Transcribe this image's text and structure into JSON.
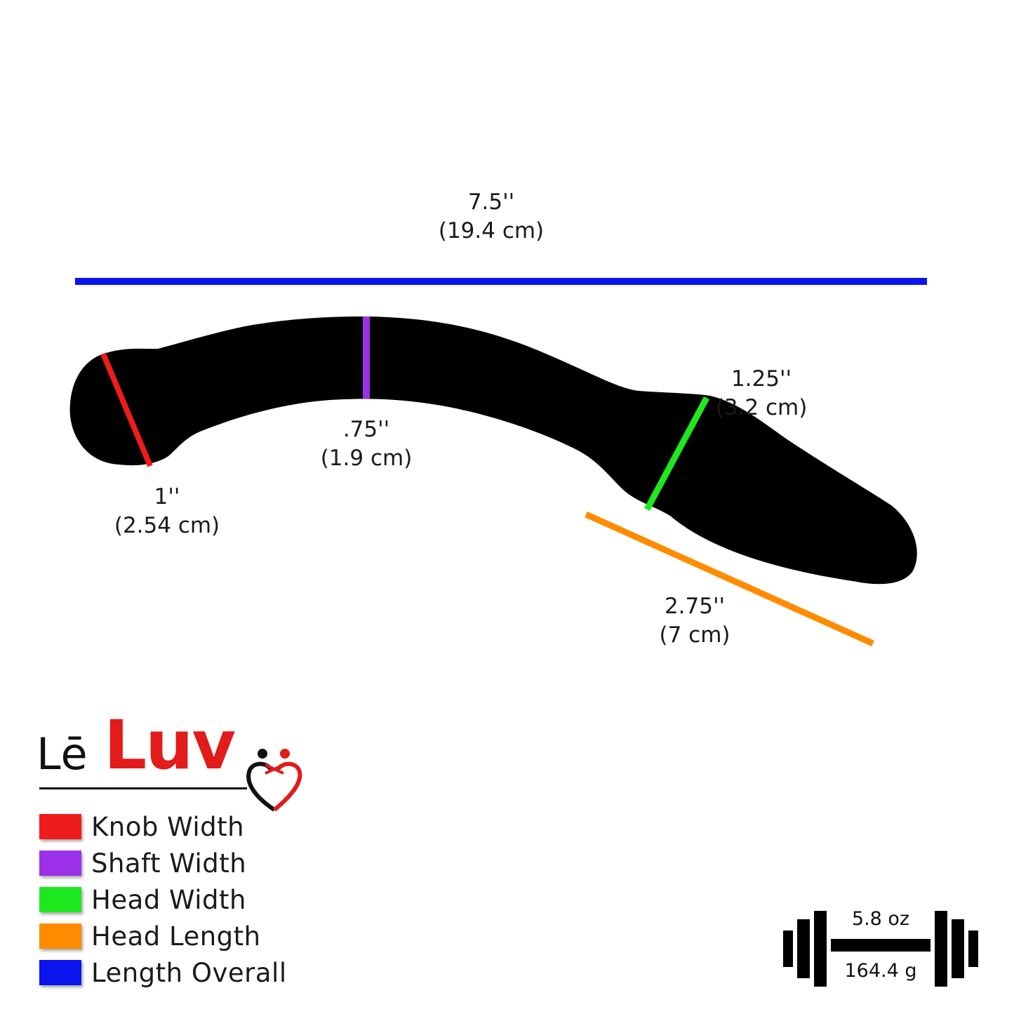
{
  "dimensions": {
    "length_overall": {
      "inches": "7.5''",
      "cm": "(19.4 cm)"
    },
    "shaft_width": {
      "inches": ".75''",
      "cm": "(1.9 cm)"
    },
    "knob_width": {
      "inches": "1''",
      "cm": "(2.54 cm)"
    },
    "head_width": {
      "inches": "1.25''",
      "cm": "(3.2 cm)"
    },
    "head_length": {
      "inches": "2.75''",
      "cm": "(7 cm)"
    }
  },
  "legend": {
    "items": [
      {
        "label": "Knob Width",
        "color": "#ee1c1c"
      },
      {
        "label": "Shaft Width",
        "color": "#9b30e8"
      },
      {
        "label": "Head Width",
        "color": "#1ee81e"
      },
      {
        "label": "Head Length",
        "color": "#ff8c00"
      },
      {
        "label": "Length Overall",
        "color": "#0b13ee"
      }
    ]
  },
  "weight": {
    "oz": "5.8 oz",
    "grams": "164.4 g"
  },
  "logo": {
    "text": "LēLuv",
    "brand_color": "#e21b1b"
  },
  "colors": {
    "silhouette": "#000000",
    "background": "#ffffff"
  }
}
